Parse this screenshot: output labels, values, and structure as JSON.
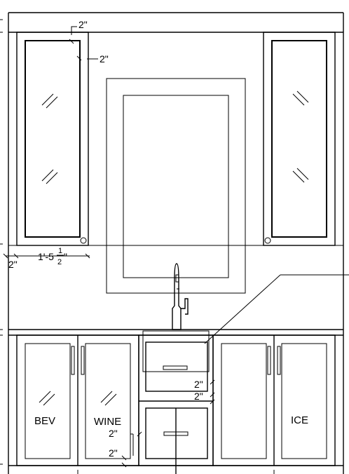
{
  "labels": {
    "bev": "BEV",
    "wine": "WINE",
    "ice": "ICE"
  },
  "dimensions": {
    "top_gap": "2\"",
    "upper_side_gap": "2\"",
    "left_offset": "2\"",
    "cabinet_width_main": "1'-5",
    "cabinet_width_num": "1",
    "cabinet_width_den": "2",
    "cabinet_width_tail": "\"",
    "drawer_gap_top": "2\"",
    "drawer_gap_bottom": "2\"",
    "lower_gap_top": "2\"",
    "lower_gap_bottom": "2\""
  },
  "colors": {
    "line": "#000000",
    "background": "#ffffff"
  }
}
